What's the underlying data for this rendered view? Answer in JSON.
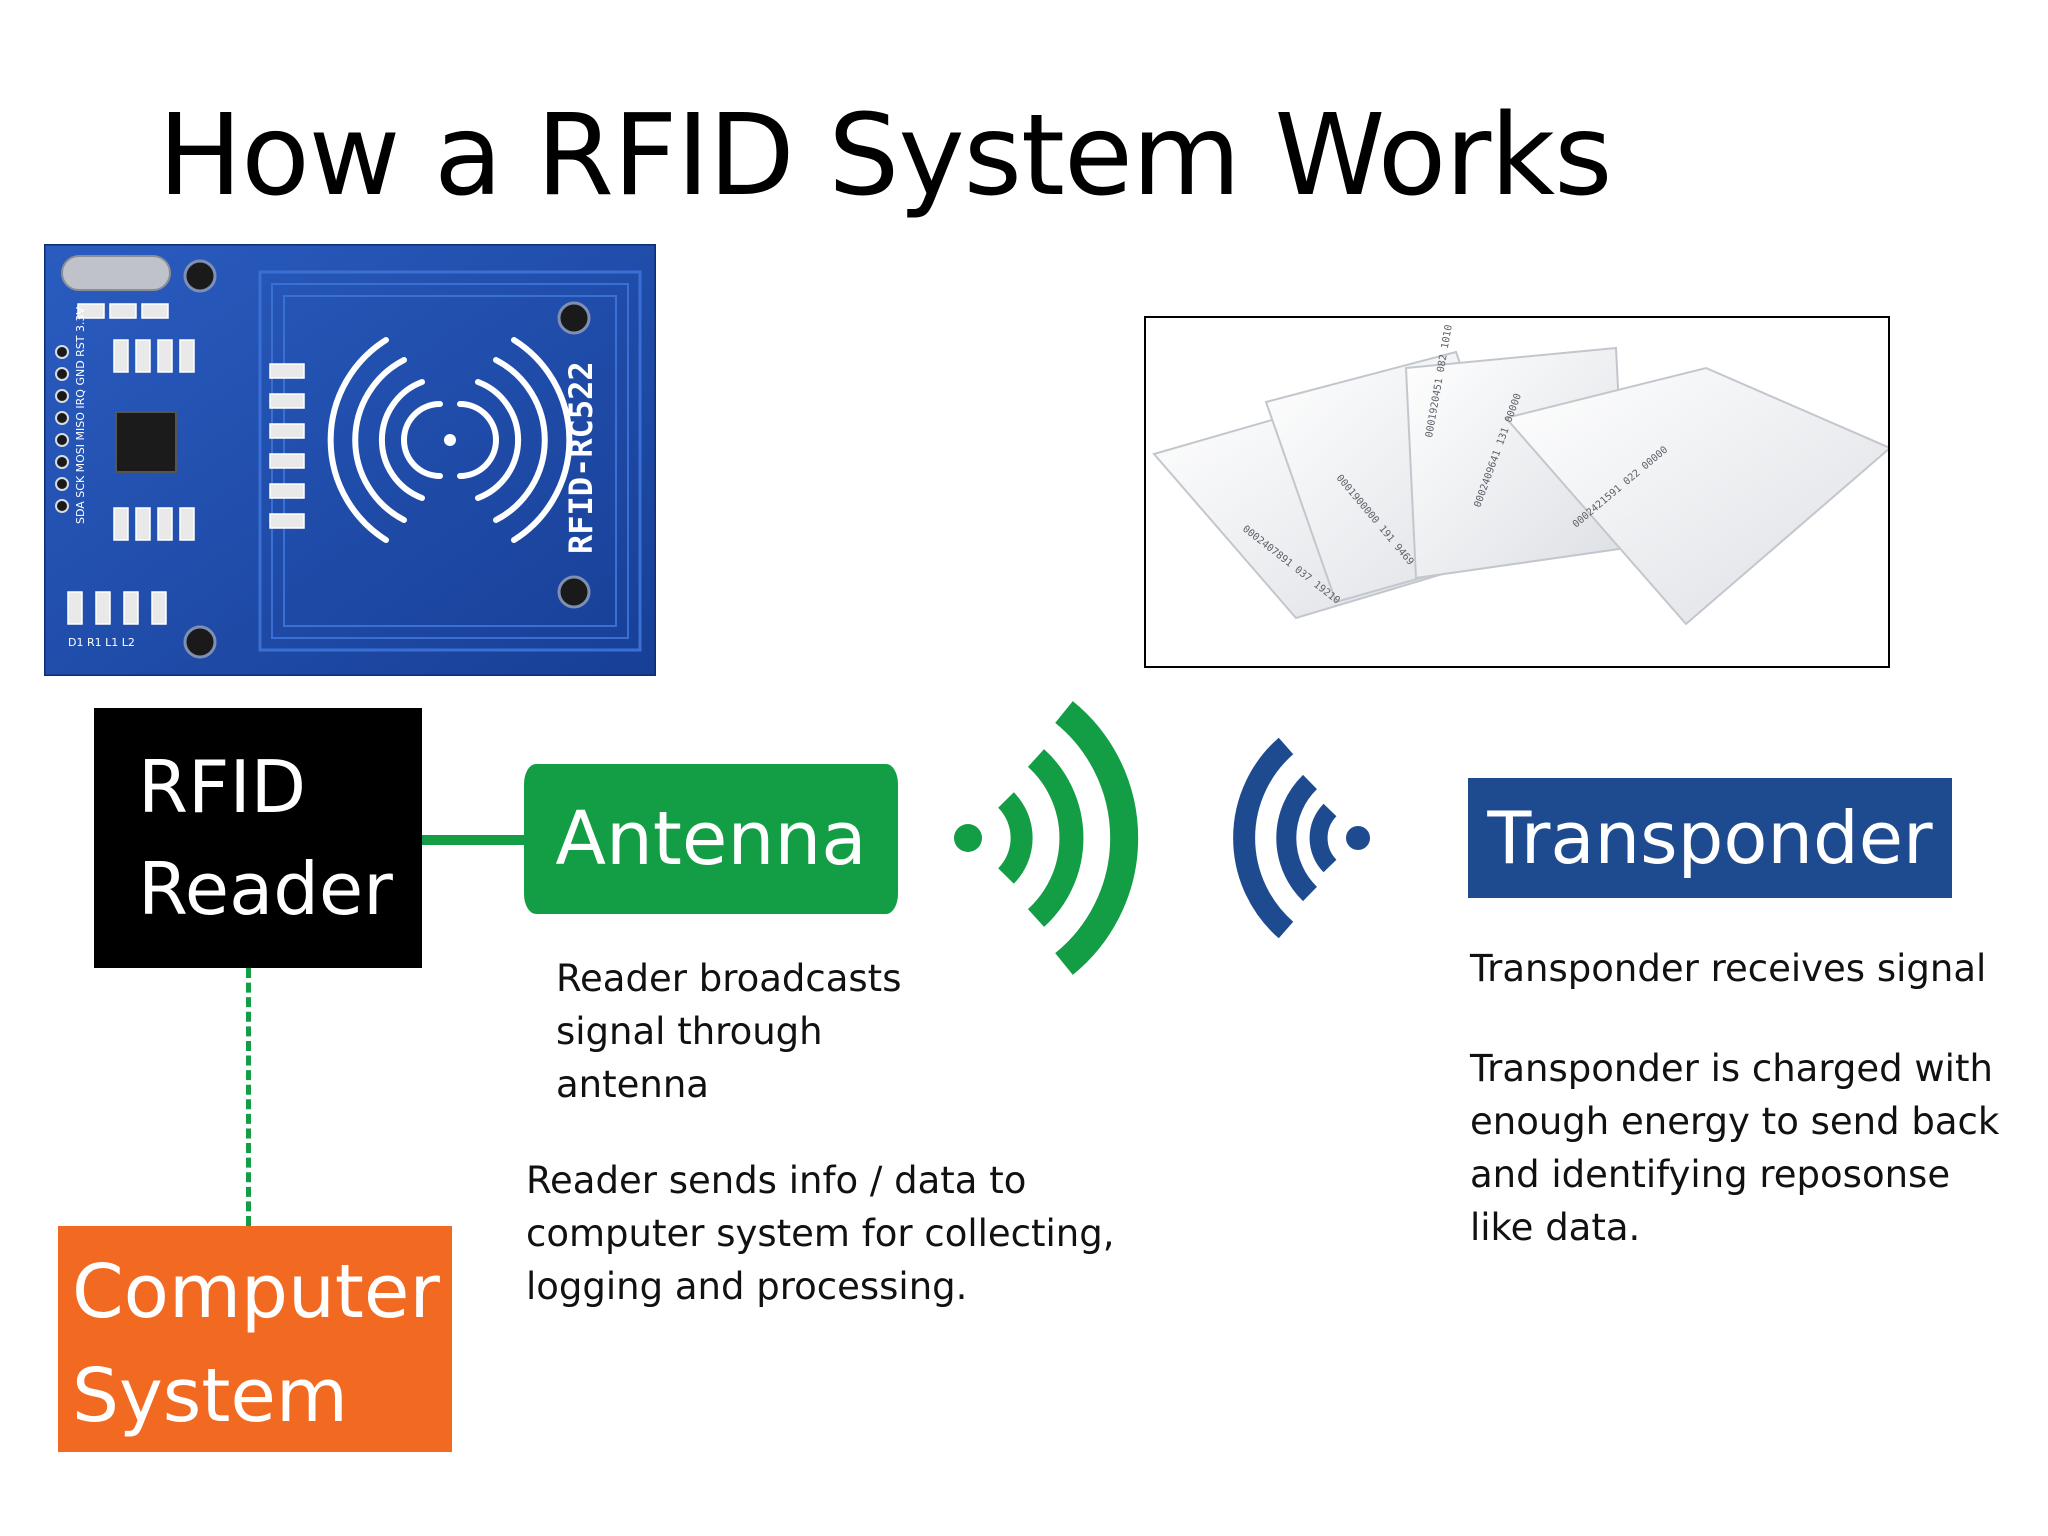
{
  "title": "How a RFID System Works",
  "board": {
    "label": "RFID-RC522",
    "pin_labels": "SDA SCK MOSI MISO IRQ GND RST 3.3V",
    "bottom_labels": "D1 R1 L1 L2"
  },
  "boxes": {
    "reader_line1": "RFID",
    "reader_line2": "Reader",
    "antenna": "Antenna",
    "transponder": "Transponder",
    "computer_line1": "Computer",
    "computer_line2": "System"
  },
  "notes": {
    "broadcast": [
      "Reader broadcasts",
      "signal through",
      "antenna"
    ],
    "send": [
      "Reader sends info / data to",
      "computer system for collecting,",
      "logging and processing."
    ],
    "receive": [
      "Transponder receives signal"
    ],
    "charge": [
      "Transponder is charged with",
      "enough energy to send back",
      "and identifying reposonse",
      "like data."
    ]
  },
  "colors": {
    "reader": "#000000",
    "antenna": "#139e45",
    "transponder": "#1e4b8f",
    "computer": "#f26a22",
    "board": "#1f4fb0"
  },
  "icons": {
    "antenna_waves": "wifi-waves-right-icon",
    "transponder_waves": "wifi-waves-left-icon"
  }
}
